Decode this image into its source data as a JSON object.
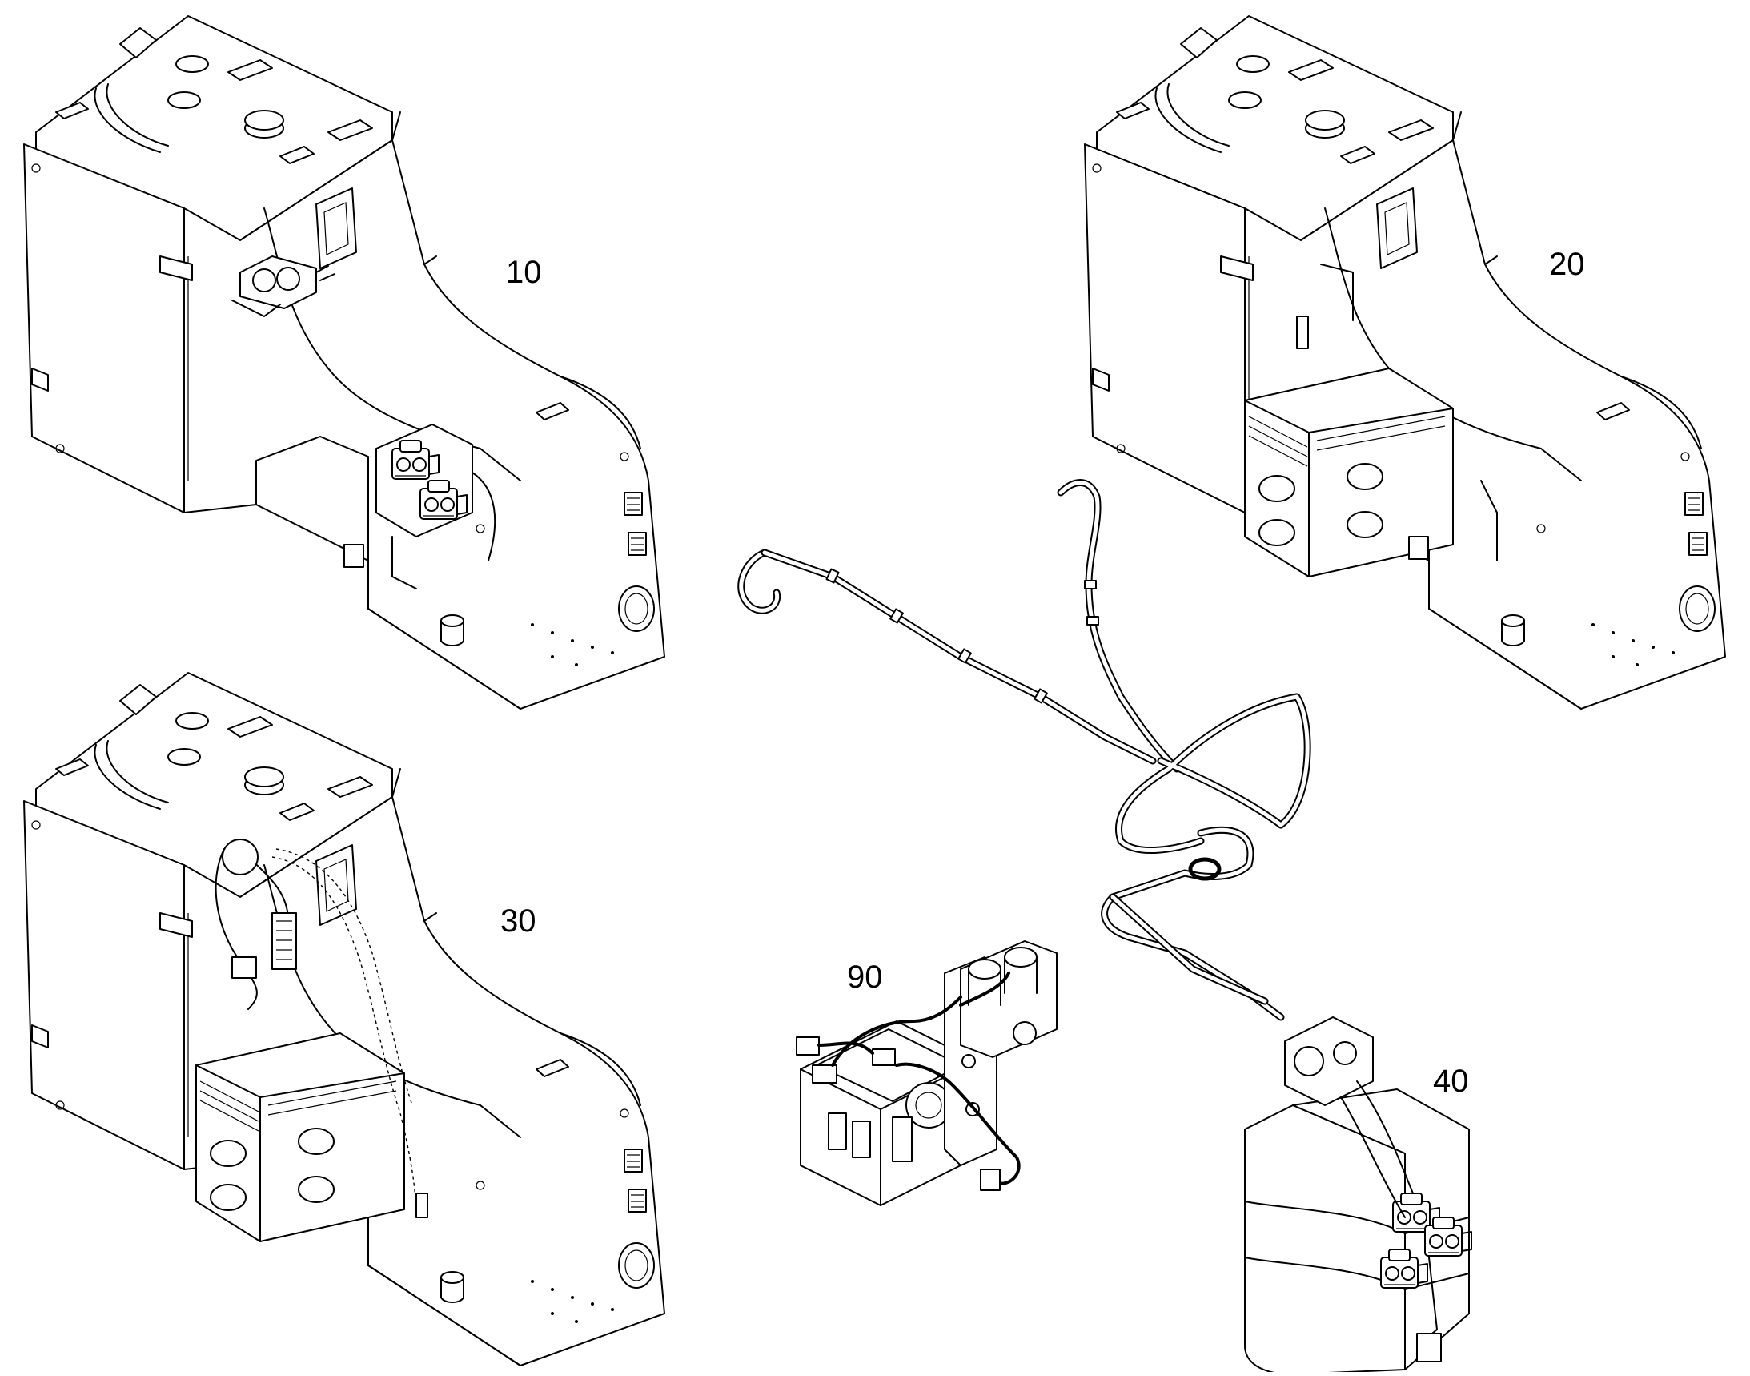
{
  "diagram": {
    "callouts": [
      {
        "id": "10",
        "label": "10"
      },
      {
        "id": "20",
        "label": "20"
      },
      {
        "id": "30",
        "label": "30"
      },
      {
        "id": "40",
        "label": "40"
      },
      {
        "id": "90",
        "label": "90"
      }
    ],
    "colors": {
      "line": "#000000",
      "background": "#ffffff"
    }
  }
}
